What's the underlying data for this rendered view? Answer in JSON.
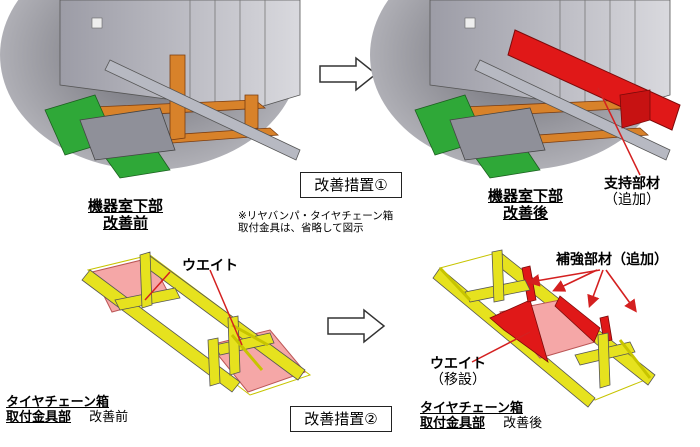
{
  "top": {
    "before_caption": {
      "line1": "機器室下部",
      "line2": "改善前"
    },
    "after_caption": {
      "line1": "機器室下部",
      "line2": "改善後"
    },
    "measure_label": "改善措置①",
    "note": {
      "line1": "※リヤバンパ・タイヤチェーン箱",
      "line2": "取付金具は、省略して図示"
    },
    "support_label": {
      "line1": "支持部材",
      "line2": "（追加）"
    }
  },
  "bottom": {
    "weight_label_before": "ウエイト",
    "weight_label_after": {
      "line1": "ウエイト",
      "line2": "（移設）"
    },
    "reinforce_label": "補強部材（追加）",
    "measure_label": "改善措置②",
    "before_caption": {
      "line1": "タイヤチェーン箱",
      "line2": "取付金具部",
      "suffix": "改善前"
    },
    "after_caption": {
      "line1": "タイヤチェーン箱",
      "line2": "取付金具部",
      "suffix": "改善後"
    }
  },
  "colors": {
    "cabinet": "#9a9aa3",
    "frame_orange": "#d8822a",
    "frame_green": "#2fa838",
    "beam_gray": "#b7b9c2",
    "support_red": "#e01818",
    "frame_yellow": "#e6e21e",
    "weight_pink": "#f5a7a7",
    "arrow_red": "#d42020"
  }
}
